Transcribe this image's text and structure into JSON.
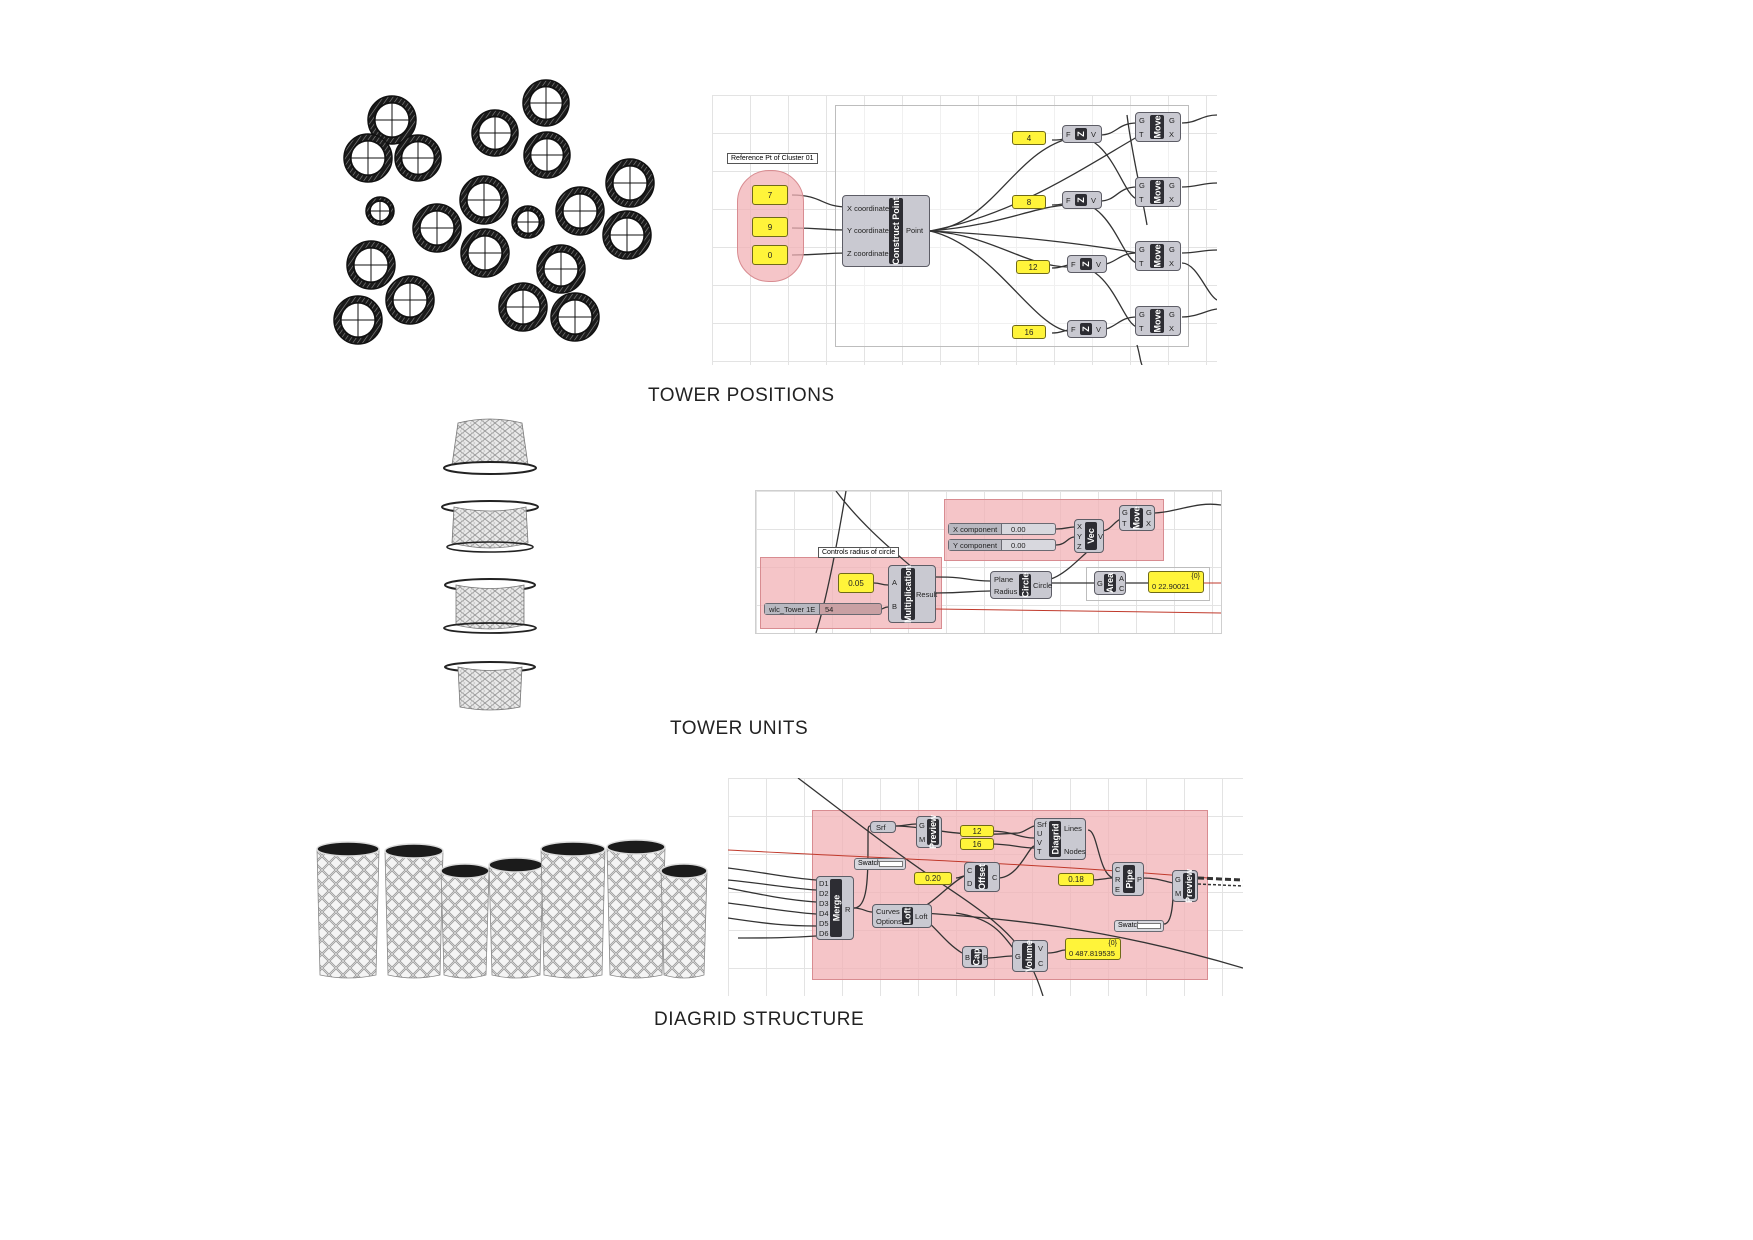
{
  "captions": {
    "positions": "TOWER POSITIONS",
    "units": "TOWER UNITS",
    "diagrid": "DIAGRID STRUCTURE"
  },
  "positions_graph": {
    "group_label": "Reference Pt of Cluster 01",
    "inputs": [
      "7",
      "9",
      "0"
    ],
    "construct_point": {
      "name": "Construct Point",
      "inputs": [
        "X coordinate",
        "Y coordinate",
        "Z coordinate"
      ],
      "output": "Point"
    },
    "heights": [
      "4",
      "8",
      "12",
      "16"
    ],
    "z_name": "Z",
    "z_in": "F",
    "z_out": "V",
    "move_name": "Move",
    "move_in": [
      "G",
      "T"
    ],
    "move_out": [
      "G",
      "X"
    ]
  },
  "units_graph": {
    "x_slider_label": "X component",
    "x_slider_value": "0.00",
    "y_slider_label": "Y component",
    "y_slider_value": "0.00",
    "vec_name": "Vec",
    "vec_in": [
      "X",
      "Y",
      "Z"
    ],
    "vec_out": "V",
    "move_name": "Move",
    "move_in": [
      "G",
      "T"
    ],
    "move_out": [
      "G",
      "X"
    ],
    "radius_label": "Controls radius of circle",
    "factor": "0.05",
    "tower_slider_label": "wlc_Tower 1E",
    "tower_slider_value": "54",
    "mult_name": "Multiplication",
    "mult_in": [
      "A",
      "B"
    ],
    "mult_out": "Result",
    "circle_name": "Circle",
    "circle_in": [
      "Plane",
      "Radius"
    ],
    "circle_out": "Circle",
    "area_name": "Area",
    "area_in": "G",
    "area_out": [
      "A",
      "C"
    ],
    "area_header": "{0}",
    "area_value": "0 22.90021"
  },
  "diagrid_graph": {
    "merge_name": "Merge",
    "merge_in": [
      "D1",
      "D2",
      "D3",
      "D4",
      "D5",
      "D6"
    ],
    "merge_out": "R",
    "srf_name": "Srf",
    "preview_name": "Preview",
    "preview_in": [
      "G",
      "M"
    ],
    "u_value": "12",
    "v_value": "16",
    "diagrid_name": "Diagrid",
    "diagrid_in": [
      "Srf",
      "U",
      "V",
      "T"
    ],
    "diagrid_out": [
      "Lines",
      "Nodes"
    ],
    "swatch_label": "Swatch",
    "offset_value": "0.20",
    "offset_name": "Offset",
    "offset_in": [
      "C",
      "D"
    ],
    "offset_out": "C",
    "loft_name": "Loft",
    "loft_in": [
      "Curves",
      "Options"
    ],
    "loft_out": "Loft",
    "pipe_value": "0.18",
    "pipe_name": "Pipe",
    "pipe_in": [
      "C",
      "R",
      "E"
    ],
    "pipe_out": "P",
    "cap_name": "Cap",
    "cap_in": "B",
    "cap_out": "B",
    "volume_name": "Volume",
    "volume_in": "G",
    "volume_out": [
      "V",
      "C"
    ],
    "volume_header": "{0}",
    "volume_value": "0 487.819535"
  },
  "colors": {
    "group_pink": "#f1b2b6",
    "panel_yellow": "#fff43a",
    "component_gray": "#c9c9d1",
    "component_band": "#2d2d33",
    "wire": "#333333",
    "wire_red": "#c0392b"
  }
}
